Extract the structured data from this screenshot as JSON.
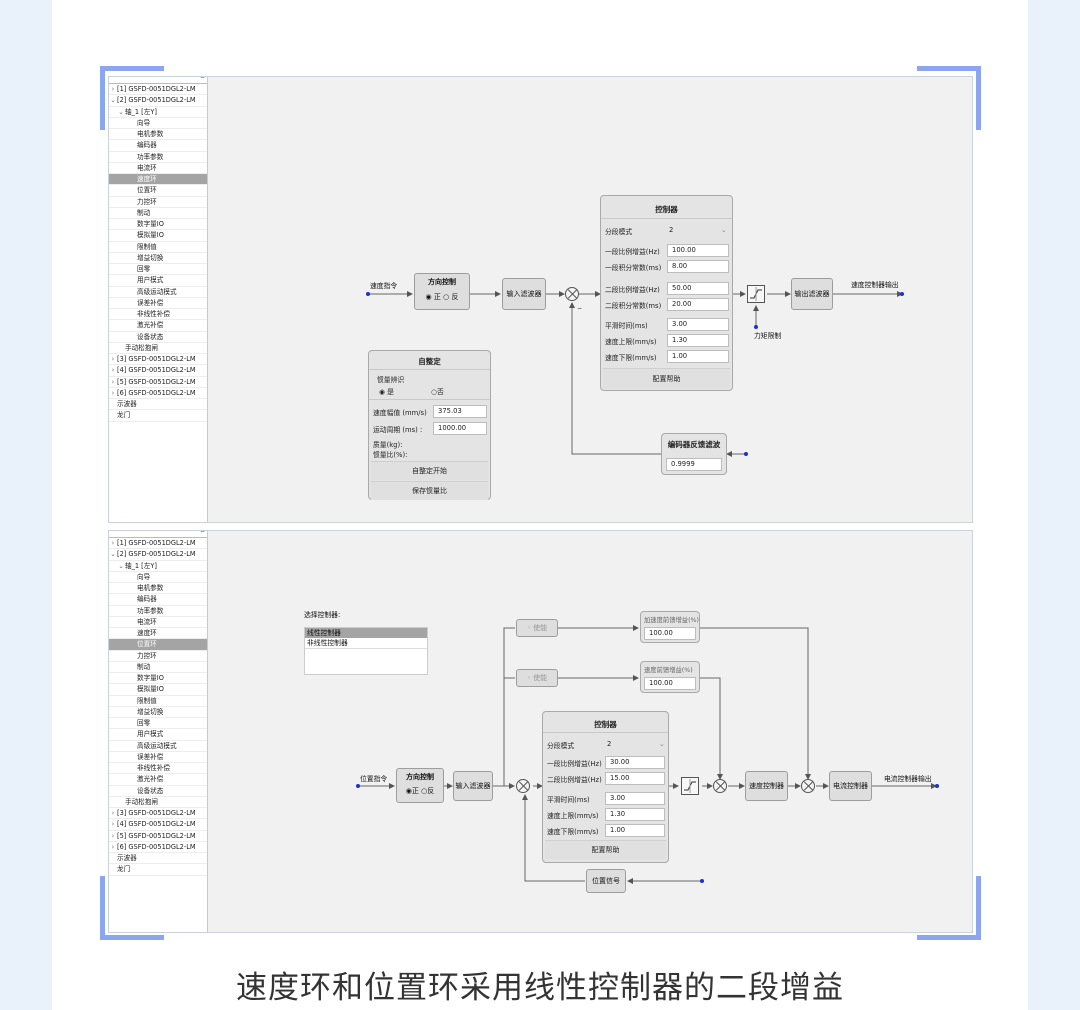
{
  "caption": "速度环和位置环采用线性控制器的二段增益",
  "tree_top": [
    {
      "label": "[1] GSFD-0051DGL2-LM",
      "arrow": ">",
      "level": 0
    },
    {
      "label": "[2] GSFD-0051DGL2-LM",
      "arrow": "v",
      "level": 0
    },
    {
      "label": "轴_1 [左Y]",
      "arrow": "v",
      "level": 1
    },
    {
      "label": "向导",
      "level": 2
    },
    {
      "label": "电机参数",
      "level": 2
    },
    {
      "label": "编码器",
      "level": 2
    },
    {
      "label": "功率参数",
      "level": 2
    },
    {
      "label": "电流环",
      "level": 2
    },
    {
      "label": "速度环",
      "level": 2,
      "selected": true
    },
    {
      "label": "位置环",
      "level": 2
    },
    {
      "label": "力控环",
      "level": 2
    },
    {
      "label": "制动",
      "level": 2
    },
    {
      "label": "数字量IO",
      "level": 2
    },
    {
      "label": "模拟量IO",
      "level": 2
    },
    {
      "label": "限制值",
      "level": 2
    },
    {
      "label": "增益切换",
      "level": 2
    },
    {
      "label": "回零",
      "level": 2
    },
    {
      "label": "用户模式",
      "level": 2
    },
    {
      "label": "高级运动模式",
      "level": 2
    },
    {
      "label": "误差补偿",
      "level": 2
    },
    {
      "label": "非线性补偿",
      "level": 2
    },
    {
      "label": "激光补偿",
      "level": 2
    },
    {
      "label": "设备状态",
      "level": 2
    },
    {
      "label": "手动松抱闸",
      "level": 1
    },
    {
      "label": "[3] GSFD-0051DGL2-LM",
      "arrow": ">",
      "level": 0
    },
    {
      "label": "[4] GSFD-0051DGL2-LM",
      "arrow": ">",
      "level": 0
    },
    {
      "label": "[5] GSFD-0051DGL2-LM",
      "arrow": ">",
      "level": 0
    },
    {
      "label": "[6] GSFD-0051DGL2-LM",
      "arrow": ">",
      "level": 0
    },
    {
      "label": "示波器",
      "level": 0
    },
    {
      "label": "龙门",
      "level": 0
    }
  ],
  "tree_bottom": [
    {
      "label": "[1] GSFD-0051DGL2-LM",
      "arrow": ">",
      "level": 0
    },
    {
      "label": "[2] GSFD-0051DGL2-LM",
      "arrow": "v",
      "level": 0
    },
    {
      "label": "轴_1 [左Y]",
      "arrow": "v",
      "level": 1
    },
    {
      "label": "向导",
      "level": 2
    },
    {
      "label": "电机参数",
      "level": 2
    },
    {
      "label": "编码器",
      "level": 2
    },
    {
      "label": "功率参数",
      "level": 2
    },
    {
      "label": "电流环",
      "level": 2
    },
    {
      "label": "速度环",
      "level": 2
    },
    {
      "label": "位置环",
      "level": 2,
      "selected": true
    },
    {
      "label": "力控环",
      "level": 2
    },
    {
      "label": "制动",
      "level": 2
    },
    {
      "label": "数字量IO",
      "level": 2
    },
    {
      "label": "模拟量IO",
      "level": 2
    },
    {
      "label": "限制值",
      "level": 2
    },
    {
      "label": "增益切换",
      "level": 2
    },
    {
      "label": "回零",
      "level": 2
    },
    {
      "label": "用户模式",
      "level": 2
    },
    {
      "label": "高级运动模式",
      "level": 2
    },
    {
      "label": "误差补偿",
      "level": 2
    },
    {
      "label": "非线性补偿",
      "level": 2
    },
    {
      "label": "激光补偿",
      "level": 2
    },
    {
      "label": "设备状态",
      "level": 2
    },
    {
      "label": "手动松抱闸",
      "level": 1
    },
    {
      "label": "[3] GSFD-0051DGL2-LM",
      "arrow": ">",
      "level": 0
    },
    {
      "label": "[4] GSFD-0051DGL2-LM",
      "arrow": ">",
      "level": 0
    },
    {
      "label": "[5] GSFD-0051DGL2-LM",
      "arrow": ">",
      "level": 0
    },
    {
      "label": "[6] GSFD-0051DGL2-LM",
      "arrow": ">",
      "level": 0
    },
    {
      "label": "示波器",
      "level": 0
    },
    {
      "label": "龙门",
      "level": 0
    }
  ],
  "velocity": {
    "input_label": "速度指令",
    "direction": {
      "title": "方向控制",
      "pos": "正",
      "neg": "反"
    },
    "input_filter": "输入滤波器",
    "controller": {
      "title": "控制器",
      "mode_label": "分段模式",
      "mode_value": "2",
      "rows": [
        {
          "label": "一段比例增益(Hz)",
          "value": "100.00"
        },
        {
          "label": "一段积分常数(ms)",
          "value": "8.00"
        },
        {
          "label": "二段比例增益(Hz)",
          "value": "50.00"
        },
        {
          "label": "二段积分常数(ms)",
          "value": "20.00"
        },
        {
          "label": "平滑时间(ms)",
          "value": "3.00"
        },
        {
          "label": "速度上限(mm/s)",
          "value": "1.30"
        },
        {
          "label": "速度下限(mm/s)",
          "value": "1.00"
        }
      ],
      "help": "配置帮助"
    },
    "output_filter": "输出滤波器",
    "output_label": "速度控制器输出",
    "torque_limit": "力矩限制",
    "encoder_filter": {
      "title": "编码器反馈滤波",
      "value": "0.9999"
    },
    "autotune": {
      "title": "自整定",
      "inertia_label": "惯量辨识",
      "yes": "是",
      "no": "否",
      "amp_label": "速度幅值 (mm/s)",
      "amp_value": "375.03",
      "period_label": "运动周期 (ms) :",
      "period_value": "1000.00",
      "mass_label": "质量(kg):",
      "ratio_label": "惯量比(%):",
      "start": "自整定开始",
      "save": "保存惯量比"
    }
  },
  "position": {
    "select_label": "选择控制器:",
    "options": [
      "线性控制器",
      "非线性控制器"
    ],
    "input_label": "位置指令",
    "direction": {
      "title": "方向控制",
      "pos": "正",
      "neg": "反"
    },
    "input_filter": "输入滤波器",
    "enable1": "使能",
    "enable2": "使能",
    "acc_ff": {
      "title": "加速度前馈增益(%)",
      "value": "100.00"
    },
    "vel_ff": {
      "title": "速度前馈增益(%)",
      "value": "100.00"
    },
    "controller": {
      "title": "控制器",
      "mode_label": "分段模式",
      "mode_value": "2",
      "rows": [
        {
          "label": "一段比例增益(Hz)",
          "value": "30.00"
        },
        {
          "label": "二段比例增益(Hz)",
          "value": "15.00"
        },
        {
          "label": "平滑时间(ms)",
          "value": "3.00"
        },
        {
          "label": "速度上限(mm/s)",
          "value": "1.30"
        },
        {
          "label": "速度下限(mm/s)",
          "value": "1.00"
        }
      ],
      "help": "配置帮助"
    },
    "speed_ctrl": "速度控制器",
    "current_ctrl": "电流控制器",
    "output_label": "电流控制器输出",
    "pos_signal": "位置信号"
  },
  "colors": {
    "accent": "#8ba5f0",
    "wire_dot": "#1d2fd6",
    "selected": "#a4a4a4"
  }
}
